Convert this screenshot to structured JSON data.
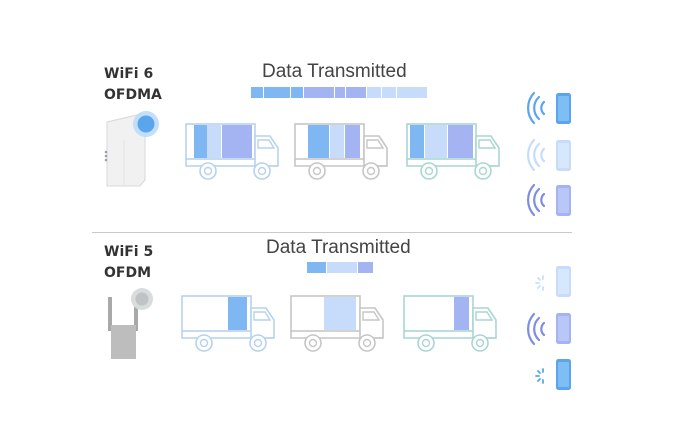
{
  "colors": {
    "light": "#c6dcfa",
    "mid": "#7fb7f2",
    "periwinkle": "#a4b4f3",
    "truck_blue": "#b7d2ee",
    "truck_gray": "#c6c6c6",
    "truck_teal": "#a9d6d2",
    "icon_blue": "#5aa6ec",
    "icon_violet": "#7f8ddf"
  },
  "wifi6": {
    "label_line1": "WiFi 6",
    "label_line2": "OFDMA",
    "title": "Data Transmitted"
  },
  "wifi5": {
    "label_line1": "WiFi 5",
    "label_line2": "OFDM",
    "title": "Data Transmitted"
  }
}
